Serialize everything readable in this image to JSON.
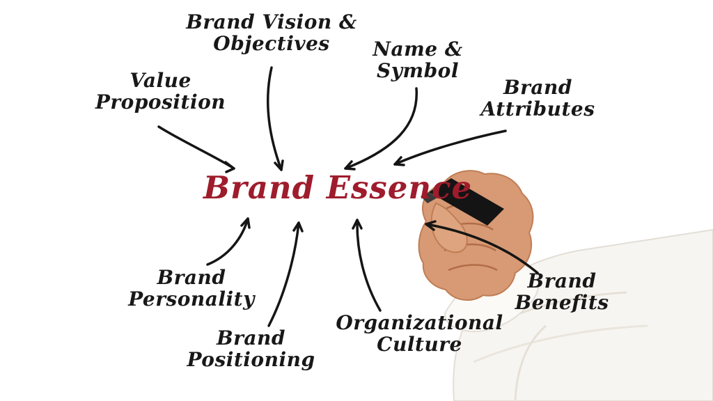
{
  "diagram": {
    "title": "Brand Essence diagram with hand holding marker",
    "center": {
      "label": "Brand Essence",
      "color": "#9e1c2c"
    },
    "nodes": {
      "brand_vision_objectives": {
        "label": "Brand Vision &\nObjectives"
      },
      "name_symbol": {
        "label": "Name &\nSymbol"
      },
      "brand_attributes": {
        "label": "Brand\nAttributes"
      },
      "value_proposition": {
        "label": "Value\nProposition"
      },
      "brand_personality": {
        "label": "Brand\nPersonality"
      },
      "brand_positioning": {
        "label": "Brand\nPositioning"
      },
      "organizational_culture": {
        "label": "Organizational\nCulture"
      },
      "brand_benefits": {
        "label": "Brand\nBenefits"
      }
    },
    "illustration": {
      "hand": "hand-holding-marker",
      "marker_color": "#141414",
      "skin_color": "#d79a74",
      "sleeve_color": "#f7f5f1",
      "arrow_color": "#151515",
      "text_color": "#181818"
    }
  }
}
